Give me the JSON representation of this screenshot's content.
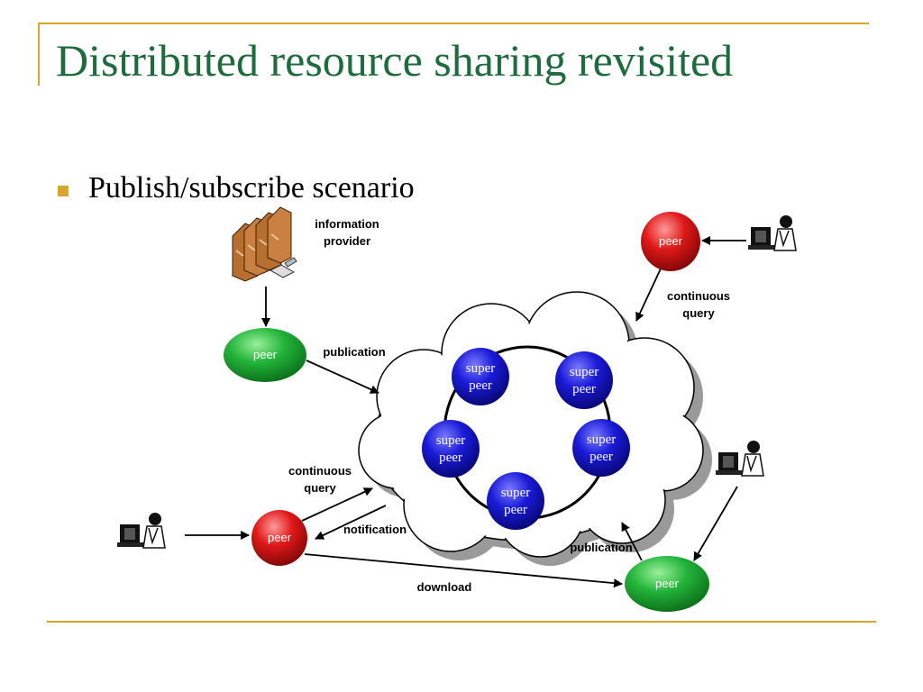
{
  "slide": {
    "title": "Distributed resource sharing revisited",
    "bullet": "Publish/subscribe scenario"
  },
  "diagram": {
    "provider_label_line1": "information",
    "provider_label_line2": "provider",
    "peer_label": "peer",
    "super_peer_line1": "super",
    "super_peer_line2": "peer",
    "edges": {
      "publication": "publication",
      "continuous_line1": "continuous",
      "continuous_line2": "query",
      "notification": "notification",
      "download": "download"
    },
    "icons": [
      "books-icon",
      "user-at-computer-icon"
    ],
    "colors": {
      "title": "#1e6b3c",
      "accent": "#d8a52e",
      "green_peer": "#1aa12e",
      "red_peer": "#d81414",
      "super_peer": "#1616d0"
    }
  }
}
